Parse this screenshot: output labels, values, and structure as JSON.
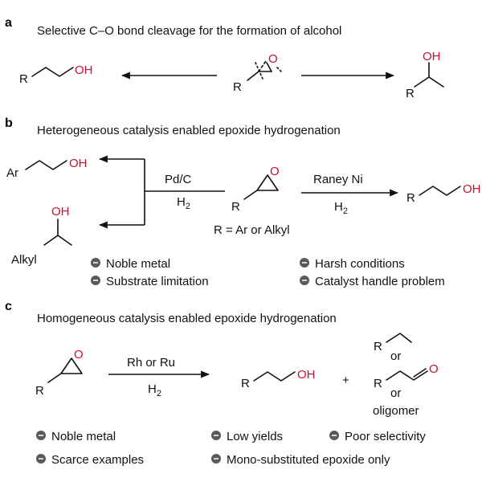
{
  "sections": {
    "a": {
      "label": "a",
      "title": "Selective C–O bond cleavage for the formation of alcohol"
    },
    "b": {
      "label": "b",
      "title": "Heterogeneous catalysis enabled epoxide hydrogenation",
      "left_catalyst": "Pd/C",
      "left_reagent": "H",
      "right_catalyst": "Raney Ni",
      "right_reagent": "H",
      "r_definition": "R = Ar or Alkyl",
      "bullets_left": [
        "Noble metal",
        "Substrate limitation"
      ],
      "bullets_right": [
        "Harsh conditions",
        "Catalyst handle problem"
      ]
    },
    "c": {
      "label": "c",
      "title": "Homogeneous catalysis enabled epoxide hydrogenation",
      "catalyst": "Rh or Ru",
      "reagent": "H",
      "plus": "+",
      "or1": "or",
      "or2": "or",
      "oligomer": "oligomer",
      "bullets": [
        "Noble metal",
        "Scarce examples",
        "Low yields",
        "Poor selectivity",
        "Mono-substituted epoxide only"
      ]
    }
  },
  "atoms": {
    "R": "R",
    "Ar": "Ar",
    "Alkyl": "Alkyl",
    "OH": "OH",
    "O": "O",
    "sub2": "2"
  },
  "colors": {
    "heteroatom": "#c8102e",
    "bullet": "#5a5a5a"
  }
}
